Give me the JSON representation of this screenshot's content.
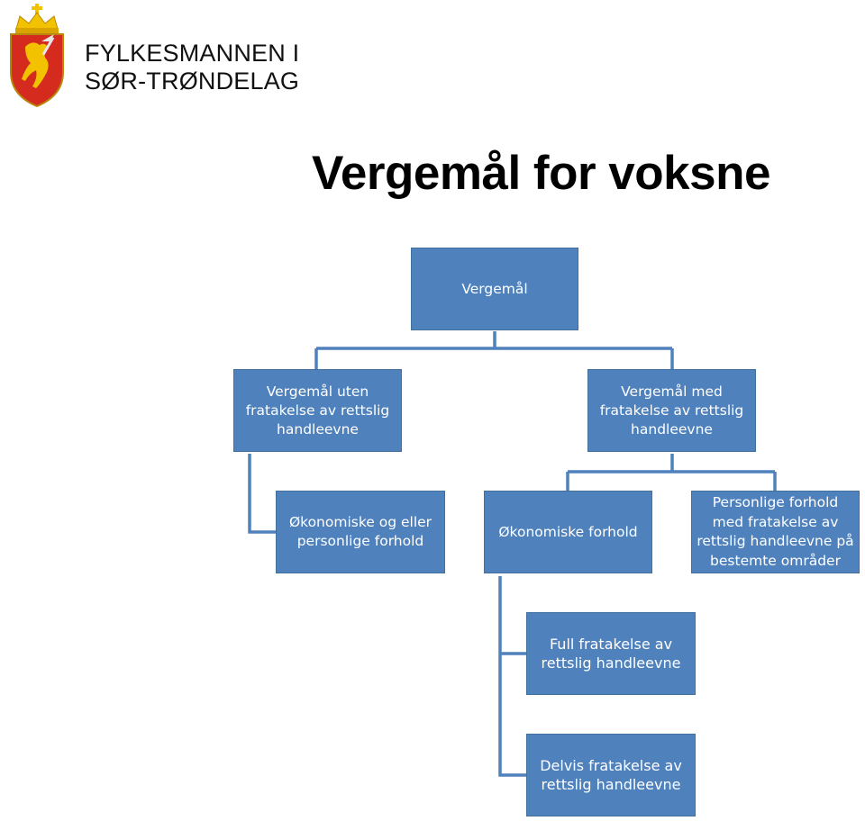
{
  "header": {
    "org_line1": "FYLKESMANNEN I",
    "org_line2": "SØR-TRØNDELAG",
    "logo_icon": "coat-of-arms-lion-icon"
  },
  "title": "Vergemål for voksne",
  "diagram": {
    "root": "Vergemål",
    "level1_left": "Vergemål uten fratakelse av rettslig handleevne",
    "level1_right": "Vergemål med fratakelse av rettslig handleevne",
    "left_child": "Økonomiske og eller personlige forhold",
    "right_child_1": "Økonomiske forhold",
    "right_child_2": "Personlige forhold med fratakelse av rettslig handleevne på bestemte områder",
    "sub_child_1": "Full fratakelse av rettslig handleevne",
    "sub_child_2": "Delvis fratakelse av rettslig handleevne"
  },
  "colors": {
    "box_fill": "#4f81bd",
    "box_border": "#41719c",
    "connector": "#4f81bd",
    "crest_red": "#d52b1e",
    "crest_gold": "#f2c200"
  }
}
